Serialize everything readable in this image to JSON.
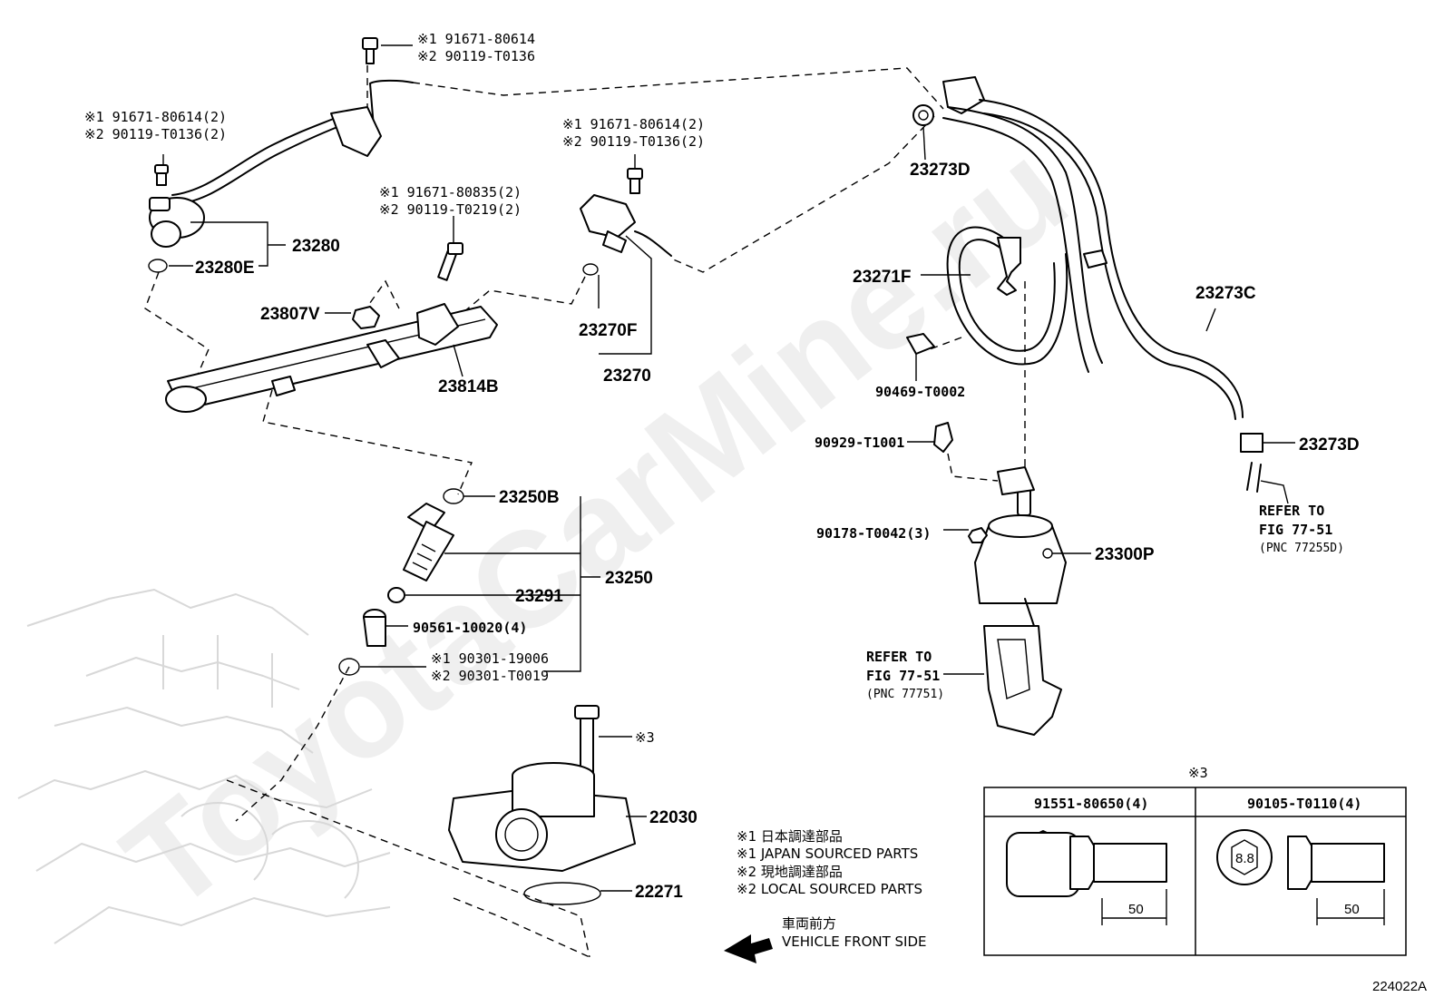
{
  "watermark": "ToyotaCarMine.ru",
  "figure_id": "224022A",
  "parts": {
    "p23280": "23280",
    "p23280E": "23280E",
    "p23807V": "23807V",
    "p23814B": "23814B",
    "p23270F": "23270F",
    "p23270": "23270",
    "p23273D_top": "23273D",
    "p23273D_right": "23273D",
    "p23271F": "23271F",
    "p23273C": "23273C",
    "p90469": "90469-T0002",
    "p90929": "90929-T1001",
    "p90178": "90178-T0042(3)",
    "p23300P": "23300P",
    "p23250B": "23250B",
    "p23250": "23250",
    "p23291": "23291",
    "p90561": "90561-10020(4)",
    "p22030": "22030",
    "p22271": "22271"
  },
  "callouts": {
    "top_bolt": {
      "m1": "※1 91671-80614",
      "m2": "※2 90119-T0136"
    },
    "left_bolt": {
      "m1": "※1 91671-80614(2)",
      "m2": "※2 90119-T0136(2)"
    },
    "rail_bolt": {
      "m1": "※1 91671-80835(2)",
      "m2": "※2 90119-T0219(2)"
    },
    "mid_bolt": {
      "m1": "※1 91671-80614(2)",
      "m2": "※2 90119-T0136(2)"
    },
    "oring": {
      "m1": "※1 90301-19006",
      "m2": "※2 90301-T0019"
    },
    "tb_bolt": "※3"
  },
  "refers": {
    "right": {
      "line1": "REFER TO",
      "line2": "FIG 77-51",
      "pnc": "(PNC 77255D)"
    },
    "lower": {
      "line1": "REFER TO",
      "line2": "FIG 77-51",
      "pnc": "(PNC 77751)"
    }
  },
  "legend": {
    "l1": "※1  日本調達部品",
    "l2": "※1  JAPAN SOURCED PARTS",
    "l3": "※2  現地調達部品",
    "l4": "※2  LOCAL SOURCED PARTS"
  },
  "front": {
    "jp": "車両前方",
    "en": "VEHICLE FRONT SIDE"
  },
  "bolt_table": {
    "mark": "※3",
    "col1": {
      "part": "91551-80650(4)",
      "length": "50"
    },
    "col2": {
      "part": "90105-T0110(4)",
      "length": "50",
      "grade": "8.8"
    }
  }
}
